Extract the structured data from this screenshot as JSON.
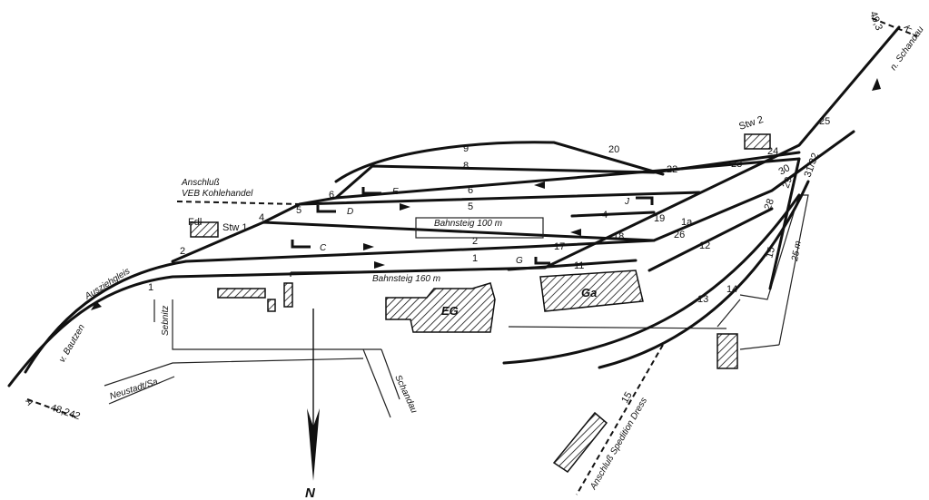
{
  "track_numbers": {
    "t9": "9",
    "t8": "8",
    "t6": "6",
    "t5": "5",
    "t4": "4",
    "t2": "2",
    "t1": "1",
    "t1a": "1a",
    "t11": "11",
    "t12": "12",
    "t13": "13",
    "t14": "14",
    "t15": "15",
    "t15b": "15"
  },
  "switch_numbers": {
    "s1": "1",
    "s2": "2",
    "s4": "4",
    "s5": "5",
    "s6": "6",
    "s17": "17",
    "s18": "18",
    "s19": "19",
    "s20": "20",
    "s22": "22",
    "s23": "23",
    "s24": "24",
    "s25": "25",
    "s26": "26",
    "s28": "28",
    "s29": "29",
    "s30": "30",
    "s3132": "31/32"
  },
  "signals": {
    "c": "C",
    "d": "D",
    "e": "E",
    "g": "G",
    "j": "J",
    "k": "K",
    "a": "A"
  },
  "buildings": {
    "eg": "EG",
    "ga": "Ga",
    "stw1": "Stw 1",
    "stw2": "Stw 2",
    "fdl": "Fdl"
  },
  "labels": {
    "bahnsteig_100": "Bahnsteig 100 m",
    "bahnsteig_160": "Bahnsteig 160 m",
    "anschluss_kohle_1": "Anschluß",
    "anschluss_kohle_2": "VEB Kohlehandel",
    "ausziehgleis": "Ausziehgleis",
    "v_bautzen": "v. Bautzen",
    "n_schandau": "n. Schandau",
    "km_left": "48,242",
    "km_right": "49,3",
    "sebnitz": "Sebnitz",
    "neustadt": "Neustadt/Sa.",
    "schandau_road": "Schandau",
    "anschluss_spedition": "Anschluß Spedition Dress",
    "length_25": "25 m",
    "north": "N"
  }
}
